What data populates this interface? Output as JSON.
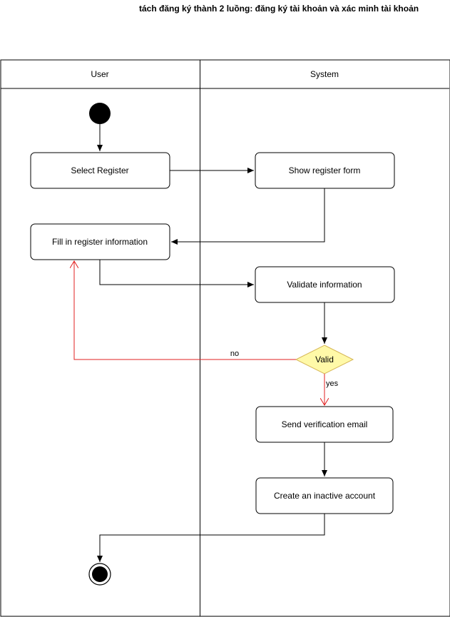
{
  "title_note": "tách đăng ký thành  2 luồng: đăng ký tài khoản và xác minh tài khoản",
  "lanes": {
    "user": "User",
    "system": "System"
  },
  "actions": {
    "select_register": "Select Register",
    "show_register_form": "Show register form",
    "fill_register_info": "Fill in register information",
    "validate_info": "Validate information",
    "send_verification_email": "Send verification email",
    "create_inactive_account": "Create an inactive account"
  },
  "decision": {
    "label": "Valid",
    "no_label": "no",
    "yes_label": "yes"
  },
  "colors": {
    "line": "#000000",
    "loop_line": "#e02020",
    "decision_fill": "#fff9a8",
    "decision_stroke": "#d6b656"
  }
}
